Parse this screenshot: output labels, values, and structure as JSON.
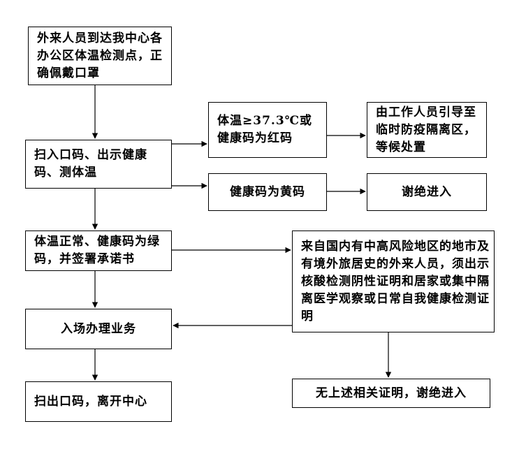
{
  "flowchart": {
    "arrival": "外来人员到达我中心各办公区体温检测点，正确佩戴口罩",
    "scan_in": "扫入口码、出示健康码、测体温",
    "fever_or_red": "体温≥37.3℃或健康码为红码",
    "temporary_isolation": "由工作人员引导至临时防疫隔离区，等候处置",
    "yellow_code": "健康码为黄码",
    "refuse_entry_1": "谢绝进入",
    "normal_green": "体温正常、健康码为绿码，并签署承诺书",
    "risk_area": "来自国内有中高风险地区的地市及有境外旅居史的外来人员，须出示核酸检测阴性证明和居家或集中隔离医学观察或日常自我健康检测证明",
    "handle_business": "入场办理业务",
    "no_proof": "无上述相关证明，谢绝进入",
    "scan_out": "扫出口码，离开中心"
  }
}
